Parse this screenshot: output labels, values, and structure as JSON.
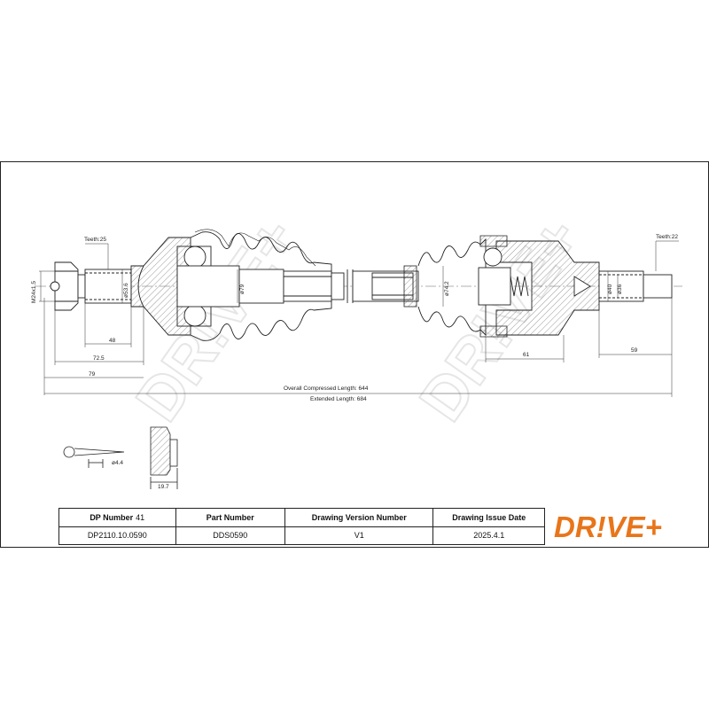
{
  "drawing": {
    "teeth_left": "Teeth:25",
    "teeth_right": "Teeth:22",
    "thread": "M24x1.5",
    "dia_left_stub": "ø53.6",
    "dia_left_joint": "ø79",
    "dia_right_joint": "ø74.2",
    "dia_right_1": "ø40",
    "dia_right_2": "ø36",
    "dim_48": "48",
    "dim_72_5": "72.5",
    "dim_79": "79",
    "dim_61": "61",
    "dim_59": "59",
    "overall_compressed": "Overall  Compressed  Length: 644",
    "extended": "Extended  Length: 684",
    "pin_dia": "ø4.4",
    "nut_width": "19.7",
    "watermark": "DR!VE+"
  },
  "title_block": {
    "headers": {
      "dp_number": "DP Number",
      "dp_number_val": "41",
      "part_number": "Part Number",
      "drawing_version": "Drawing Version Number",
      "issue_date": "Drawing Issue Date"
    },
    "values": {
      "dp_number": "DP2110.10.0590",
      "part_number": "DDS0590",
      "drawing_version": "V1",
      "issue_date": "2025.4.1"
    }
  },
  "brand": {
    "logo_text": "DR!VE+",
    "color": "#e8751a"
  }
}
